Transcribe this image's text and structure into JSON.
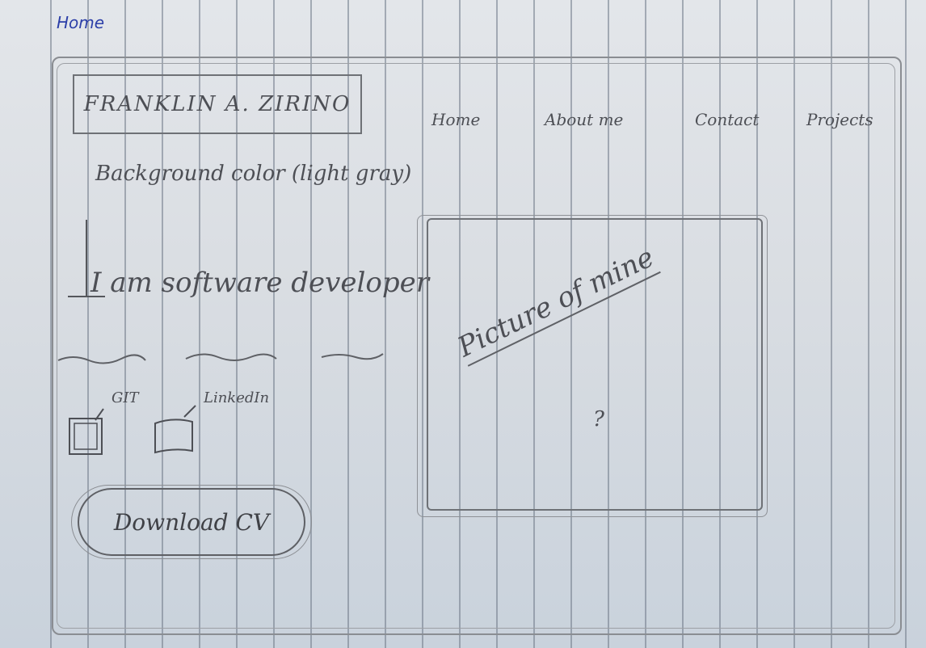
{
  "sheet_label": "Home",
  "logo": "FRANKLIN A. ZIRINO",
  "nav": {
    "items": [
      "Home",
      "About me",
      "Contact",
      "Projects"
    ]
  },
  "background_note": "Background color (light gray)",
  "headline": "I am software developer",
  "social": {
    "items": [
      {
        "label": "GIT",
        "icon": "github-icon"
      },
      {
        "label": "LinkedIn",
        "icon": "linkedin-icon"
      }
    ]
  },
  "cv_button": "Download CV",
  "picture": {
    "label": "Picture of mine",
    "mark": "?"
  },
  "colors": {
    "ink_blue": "#2c3fa8",
    "pencil": "#4d4f55",
    "paper": "#dde1e6"
  }
}
